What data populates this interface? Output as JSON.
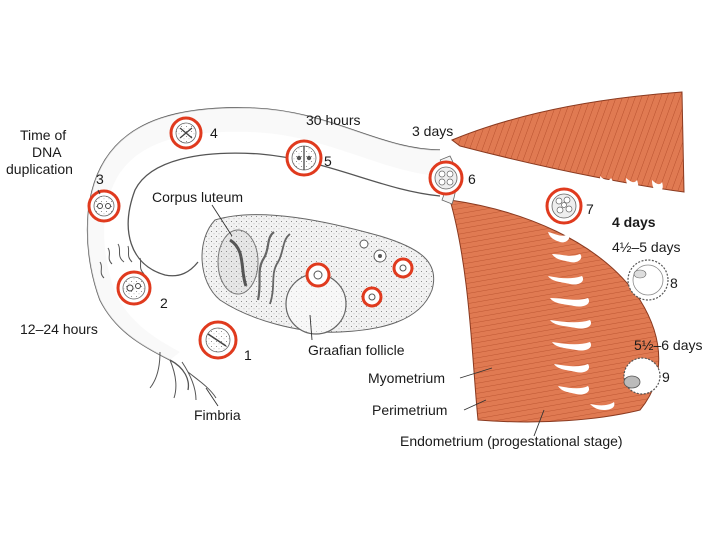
{
  "colors": {
    "muscle": "#e07a52",
    "muscle_dark": "#c85a34",
    "ring": "#e03a1e",
    "tube_line": "#555555",
    "tissue": "#eeeeee",
    "ink": "#1a1a1a"
  },
  "labels": {
    "time_dna": [
      "Time of",
      "DNA",
      "duplication"
    ],
    "thirty_hours": "30 hours",
    "three_days": "3 days",
    "four_days": "4 days",
    "four_half_five_days": "4½–5 days",
    "five_half_six_days": "5½–6 days",
    "twelve_24_hours": "12–24 hours",
    "corpus_luteum": "Corpus luteum",
    "graafian_follicle": "Graafian follicle",
    "myometrium": "Myometrium",
    "perimetrium": "Perimetrium",
    "endometrium": "Endometrium (progestational stage)",
    "fimbria": "Fimbria"
  },
  "stages": [
    "1",
    "2",
    "3",
    "4",
    "5",
    "6",
    "7",
    "8",
    "9"
  ]
}
